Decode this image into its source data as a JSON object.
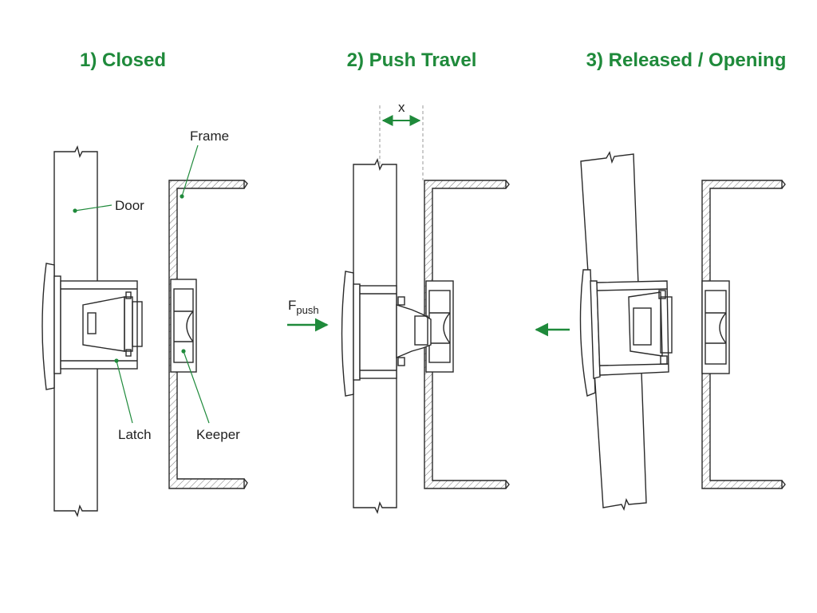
{
  "colors": {
    "accent": "#1f8a3b",
    "line": "#2a2a2a",
    "hatch": "#555555"
  },
  "panels": [
    {
      "title": "1) Closed"
    },
    {
      "title": "2) Push Travel"
    },
    {
      "title": "3) Released / Opening"
    }
  ],
  "labels": {
    "door": "Door",
    "frame": "Frame",
    "latch": "Latch",
    "keeper": "Keeper",
    "travel": "x",
    "force_main": "F",
    "force_sub": "push"
  }
}
